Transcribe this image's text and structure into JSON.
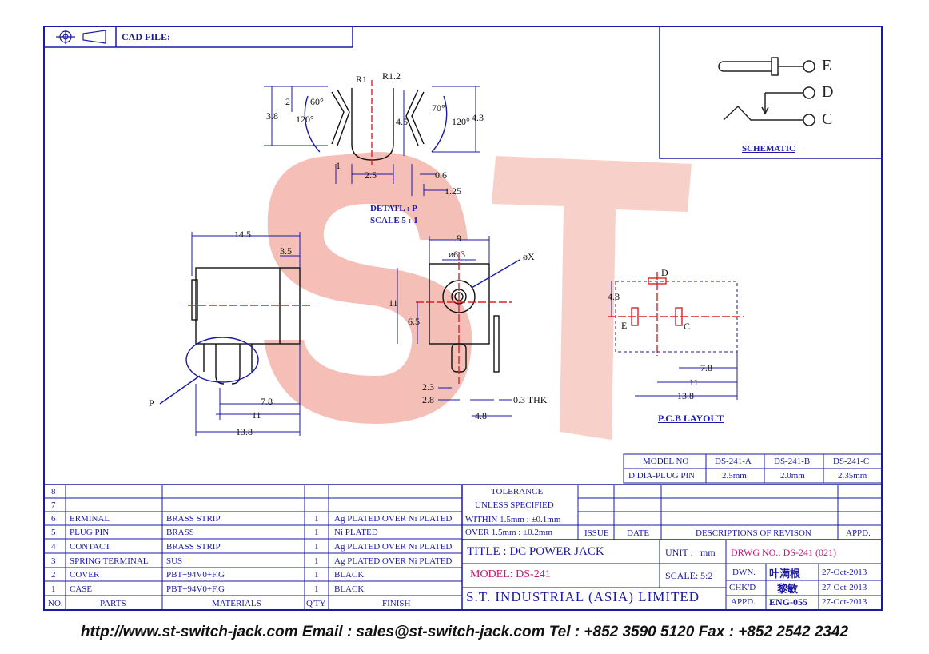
{
  "header": {
    "cad_file_label": "CAD FILE:"
  },
  "schematic": {
    "title": "SCHEMATIC",
    "pins": [
      "E",
      "D",
      "C"
    ]
  },
  "watermark": {
    "text": "ST",
    "color": "#f0a79c"
  },
  "detail": {
    "label": "DETATL : P",
    "scale": "SCALE 5 : 1",
    "dims": [
      "R1",
      "R1.2",
      "3.8",
      "2",
      "60°",
      "120°",
      "4.5",
      "70°",
      "120°",
      "4.3",
      "1",
      "2.5",
      "0.6",
      "1.25"
    ]
  },
  "side_view": {
    "dims": [
      "14.5",
      "3.5",
      "7.8",
      "11",
      "13.8"
    ],
    "callout": "P"
  },
  "front_view": {
    "dims": [
      "9",
      "ø6.3",
      "øX",
      "11",
      "6.5",
      "2.3",
      "2.8",
      "0.3 THK",
      "4.8"
    ]
  },
  "pcb_layout": {
    "title": "P.C.B LAYOUT",
    "labels": [
      "D",
      "E",
      "C"
    ],
    "dims": [
      "4.8",
      "7.8",
      "11",
      "13.8"
    ]
  },
  "model_table": {
    "row1": [
      "MODEL NO",
      "DS-241-A",
      "DS-241-B",
      "DS-241-C"
    ],
    "row2": [
      "D DIA-PLUG PIN",
      "2.5mm",
      "2.0mm",
      "2.35mm"
    ]
  },
  "parts_table": {
    "empty_rows": [
      "8",
      "7"
    ],
    "rows": [
      {
        "no": "6",
        "part": "ERMINAL",
        "material": "BRASS STRIP",
        "qty": "1",
        "finish": "Ag PLATED OVER Ni PLATED"
      },
      {
        "no": "5",
        "part": "PLUG PIN",
        "material": "BRASS",
        "qty": "1",
        "finish": "Ni PLATED"
      },
      {
        "no": "4",
        "part": "CONTACT",
        "material": "BRASS STRIP",
        "qty": "1",
        "finish": "Ag PLATED OVER Ni PLATED"
      },
      {
        "no": "3",
        "part": "SPRING TERMINAL",
        "material": "SUS",
        "qty": "1",
        "finish": "Ag PLATED OVER Ni PLATED"
      },
      {
        "no": "2",
        "part": "COVER",
        "material": "PBT+94V0+F.G",
        "qty": "1",
        "finish": "BLACK"
      },
      {
        "no": "1",
        "part": "CASE",
        "material": "PBT+94V0+F.G",
        "qty": "1",
        "finish": "BLACK"
      }
    ],
    "headers": {
      "no": "NO.",
      "parts": "PARTS",
      "materials": "MATERIALS",
      "qty": "Q'TY",
      "finish": "FINISH"
    }
  },
  "tolerance": {
    "title": "TOLERANCE",
    "subtitle": "UNLESS  SPECIFIED",
    "within": "WITHIN  1.5mm : ±0.1mm",
    "over": "OVER    1.5mm : ±0.2mm"
  },
  "revision": {
    "issue": "ISSUE",
    "date": "DATE",
    "desc": "DESCRIPTIONS OF REVISON",
    "appd": "APPD."
  },
  "title_block": {
    "title": "TITLE : DC POWER JACK",
    "unit_label": "UNIT :",
    "unit_value": "mm",
    "drwg": "DRWG NO.: DS-241 (021)",
    "model": "MODEL: DS-241",
    "scale_label": "SCALE:",
    "scale_value": "5:2",
    "dwn_label": "DWN.",
    "dwn_name": "叶满根",
    "dwn_date": "27-Oct-2013",
    "chkd_label": "CHK'D",
    "chkd_name": "黎敏",
    "chkd_date": "27-Oct-2013",
    "appd_label": "APPD.",
    "appd_name": "ENG-055",
    "appd_date": "27-Oct-2013",
    "company": "S.T. INDUSTRIAL (ASIA) LIMITED",
    "accent_color": "#c2187a"
  },
  "footer": "http://www.st-switch-jack.com  Email : sales@st-switch-jack.com  Tel : +852 3590 5120  Fax : +852 2542 2342"
}
